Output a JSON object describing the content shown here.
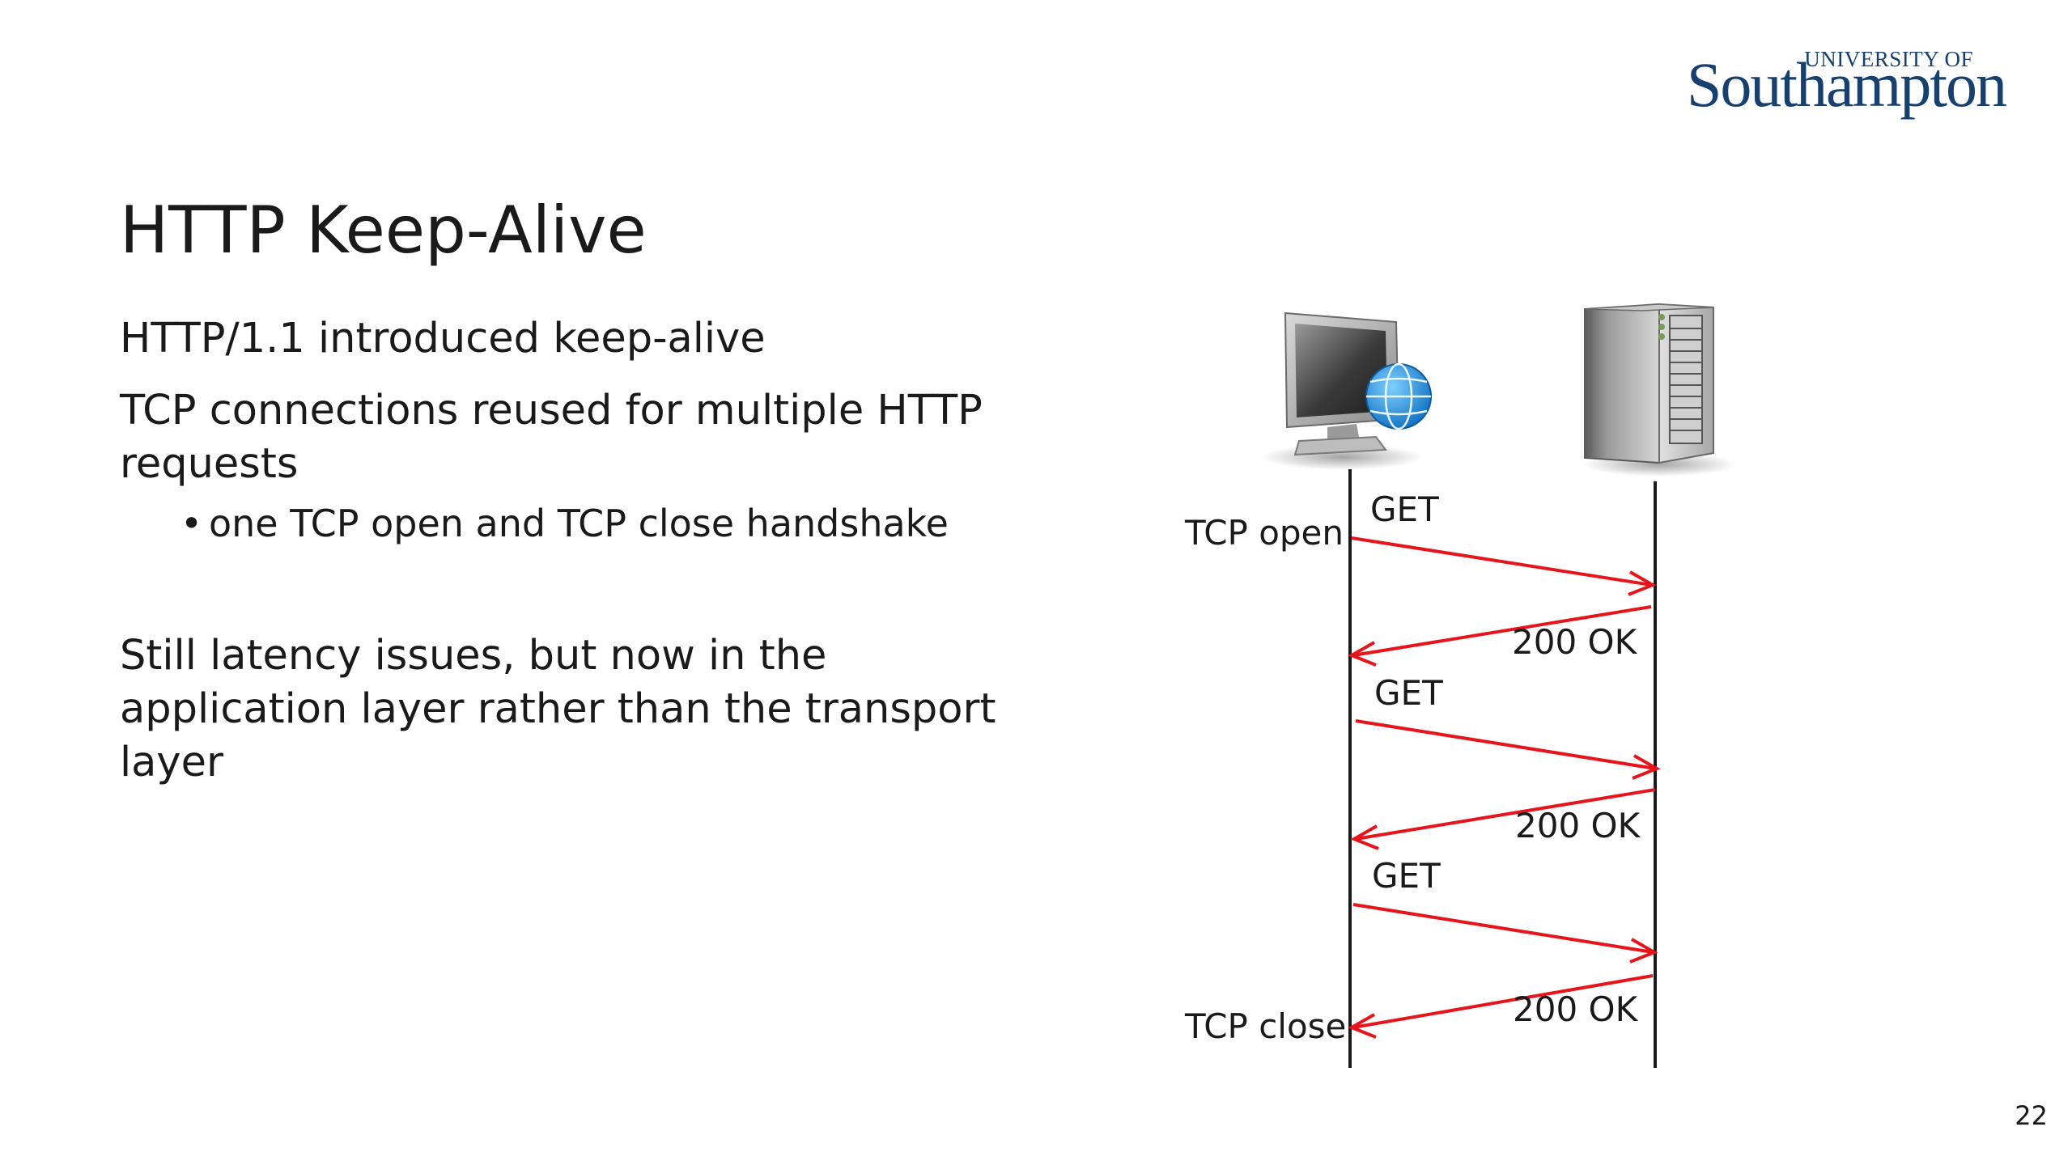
{
  "logo": {
    "line1": "UNIVERSITY OF",
    "line2": "Southampton"
  },
  "title": "HTTP Keep-Alive",
  "body": {
    "p1": "HTTP/1.1 introduced keep-alive",
    "p2": "TCP connections reused for multiple HTTP requests",
    "bullet": "one TCP open and TCP close handshake",
    "p3": "Still latency issues, but now in the application layer rather than the transport layer"
  },
  "diagram": {
    "client_icon": "computer-with-globe-icon",
    "server_icon": "server-tower-icon",
    "tcp_open": "TCP open",
    "tcp_close": "TCP close",
    "messages": [
      {
        "label": "GET",
        "direction": "client-to-server"
      },
      {
        "label": "200 OK",
        "direction": "server-to-client"
      },
      {
        "label": "GET",
        "direction": "client-to-server"
      },
      {
        "label": "200 OK",
        "direction": "server-to-client"
      },
      {
        "label": "GET",
        "direction": "client-to-server"
      },
      {
        "label": "200 OK",
        "direction": "server-to-client"
      }
    ],
    "arrow_color": "#e8141b",
    "line_color": "#1a1a1a"
  },
  "page_number": "22"
}
